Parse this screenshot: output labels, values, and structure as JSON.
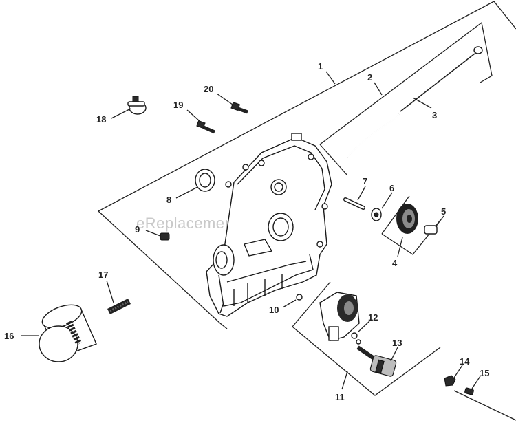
{
  "watermark": "eReplacementParts.com",
  "callouts": [
    {
      "id": "1",
      "label": "1"
    },
    {
      "id": "2",
      "label": "2"
    },
    {
      "id": "3",
      "label": "3"
    },
    {
      "id": "4",
      "label": "4"
    },
    {
      "id": "5",
      "label": "5"
    },
    {
      "id": "6",
      "label": "6"
    },
    {
      "id": "7",
      "label": "7"
    },
    {
      "id": "8",
      "label": "8"
    },
    {
      "id": "9",
      "label": "9"
    },
    {
      "id": "10",
      "label": "10"
    },
    {
      "id": "11",
      "label": "11"
    },
    {
      "id": "12",
      "label": "12"
    },
    {
      "id": "13",
      "label": "13"
    },
    {
      "id": "14",
      "label": "14"
    },
    {
      "id": "15",
      "label": "15"
    },
    {
      "id": "16",
      "label": "16"
    },
    {
      "id": "17",
      "label": "17"
    },
    {
      "id": "18",
      "label": "18"
    },
    {
      "id": "19",
      "label": "19"
    },
    {
      "id": "20",
      "label": "20"
    }
  ]
}
